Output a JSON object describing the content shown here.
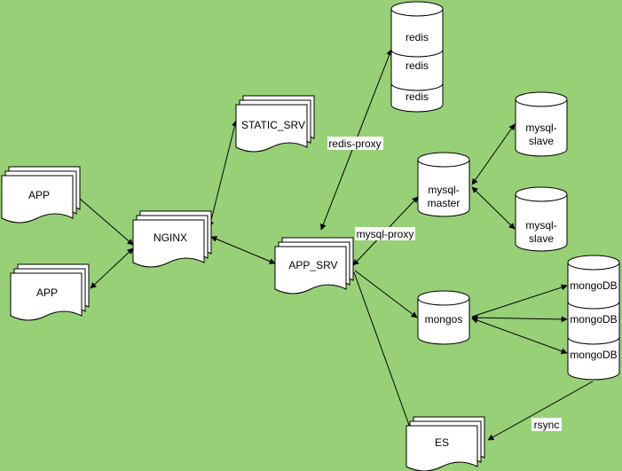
{
  "colors": {
    "background": "#97d077",
    "shape_fill": "#ffffff",
    "stroke": "#000000"
  },
  "nodes": {
    "app1": "APP",
    "app2": "APP",
    "nginx": "NGINX",
    "static_srv": "STATIC_SRV",
    "app_srv": "APP_SRV",
    "redis": [
      "redis",
      "redis",
      "redis"
    ],
    "mysql_master": [
      "mysql-",
      "master"
    ],
    "mysql_slave_1": [
      "mysql-",
      "slave"
    ],
    "mysql_slave_2": [
      "mysql-",
      "slave"
    ],
    "mongos": "mongos",
    "mongodb": [
      "mongoDB",
      "mongoDB",
      "mongoDB"
    ],
    "es": "ES"
  },
  "edge_labels": {
    "redis_proxy": "redis-proxy",
    "mysql_proxy": "mysql-proxy",
    "rsync": "rsync"
  }
}
